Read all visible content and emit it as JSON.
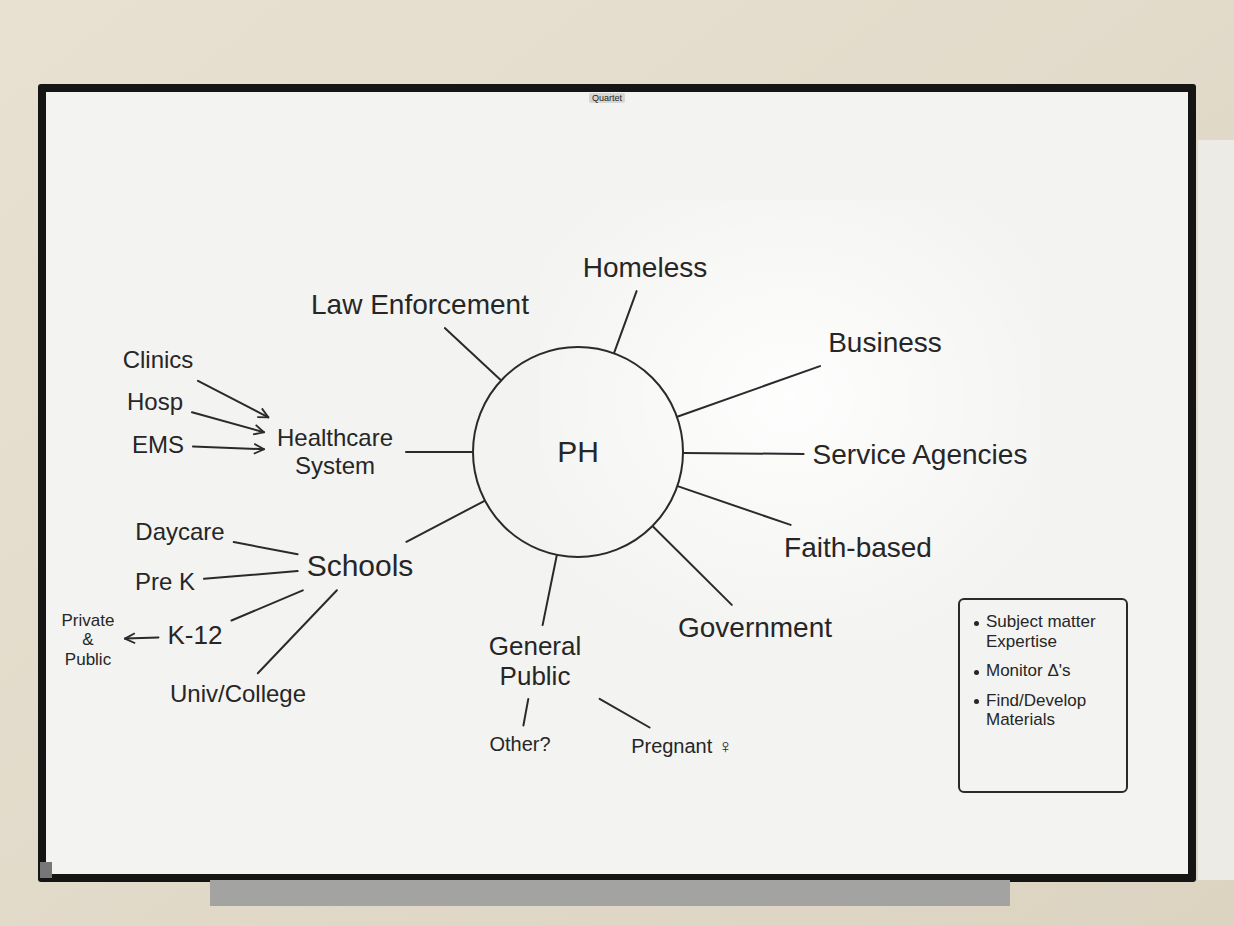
{
  "diagram": {
    "nodes": [
      {
        "text": [
          "PH"
        ]
      },
      {
        "text": [
          "Law Enforcement"
        ]
      },
      {
        "text": [
          "Homeless"
        ]
      },
      {
        "text": [
          "Business"
        ]
      },
      {
        "text": [
          "Clinics"
        ]
      },
      {
        "text": [
          "Hosp"
        ]
      },
      {
        "text": [
          "EMS"
        ]
      },
      {
        "text": [
          "Healthcare System"
        ]
      },
      {
        "text": [
          "Service Agencies"
        ]
      },
      {
        "text": [
          "Faith-based"
        ]
      },
      {
        "text": [
          "Daycare"
        ]
      },
      {
        "text": [
          "Schools"
        ]
      },
      {
        "text": [
          "Pre K"
        ]
      },
      {
        "text": [
          "Private & Public"
        ]
      },
      {
        "text": [
          "K-12"
        ]
      },
      {
        "text": [
          "Univ/College"
        ]
      },
      {
        "text": [
          "Government"
        ]
      },
      {
        "text": [
          "General Public"
        ]
      },
      {
        "text": [
          "Other?"
        ]
      },
      {
        "text": [
          "Pregnant ♀"
        ]
      },
      {
        "text": [
          "Subject matter Expertise",
          "Monitor Δ's",
          "Find/Develop Materials"
        ]
      }
    ],
    "edges": [
      {
        "from": 0,
        "to": 1,
        "arrow": "none"
      },
      {
        "from": 0,
        "to": 2,
        "arrow": "none"
      },
      {
        "from": 0,
        "to": 3,
        "arrow": "none"
      },
      {
        "from": 0,
        "to": 7,
        "arrow": "none"
      },
      {
        "from": 0,
        "to": 8,
        "arrow": "none"
      },
      {
        "from": 0,
        "to": 9,
        "arrow": "none"
      },
      {
        "from": 0,
        "to": 11,
        "arrow": "none"
      },
      {
        "from": 0,
        "to": 16,
        "arrow": "none"
      },
      {
        "from": 0,
        "to": 17,
        "arrow": "none"
      },
      {
        "from": 4,
        "to": 7,
        "arrow": "to"
      },
      {
        "from": 5,
        "to": 7,
        "arrow": "to"
      },
      {
        "from": 6,
        "to": 7,
        "arrow": "to"
      },
      {
        "from": 11,
        "to": 10,
        "arrow": "none"
      },
      {
        "from": 11,
        "to": 12,
        "arrow": "none"
      },
      {
        "from": 11,
        "to": 14,
        "arrow": "none"
      },
      {
        "from": 11,
        "to": 15,
        "arrow": "none"
      },
      {
        "from": 14,
        "to": 13,
        "arrow": "to"
      },
      {
        "from": 17,
        "to": 18,
        "arrow": "none"
      },
      {
        "from": 17,
        "to": 19,
        "arrow": "none"
      }
    ],
    "labels": [
      "Quartet"
    ]
  }
}
